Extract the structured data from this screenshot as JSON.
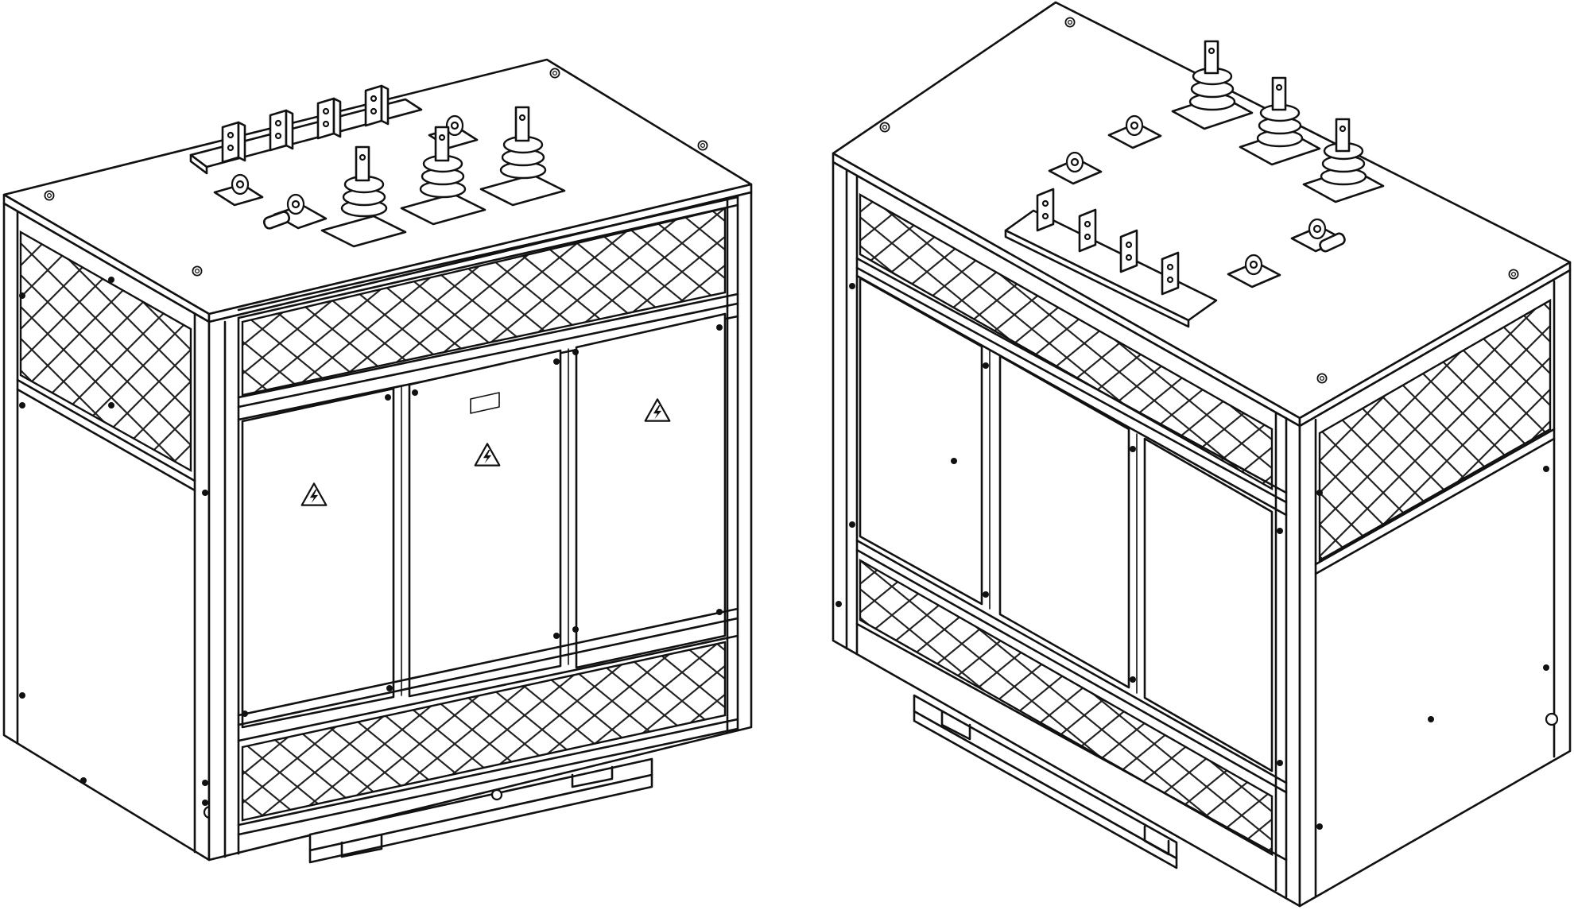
{
  "figure": {
    "views": [
      {
        "id": "front-left",
        "warning_signs": 3,
        "bushings": 3,
        "busbar_terminals": 4
      },
      {
        "id": "rear-right",
        "warning_signs": 0,
        "bushings": 3,
        "busbar_terminals": 4
      }
    ],
    "colors": {
      "line": "#111111",
      "background": "#ffffff"
    },
    "icons": [
      "high-voltage-warning-icon",
      "lifting-eye-icon",
      "bushing-insulator-icon",
      "busbar-terminal-icon"
    ]
  }
}
